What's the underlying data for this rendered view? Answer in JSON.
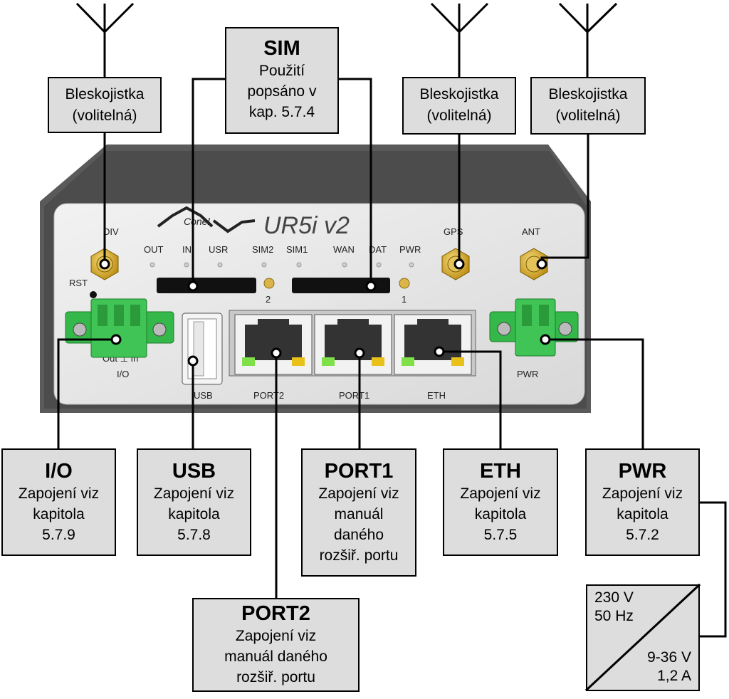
{
  "device": {
    "brand": "Conel",
    "model": "UR5i  v2",
    "panel_labels": {
      "div": "DIV",
      "gps": "GPS",
      "ant": "ANT",
      "rst": "RST",
      "out": "OUT",
      "in": "IN",
      "usr": "USR",
      "sim2": "SIM2",
      "sim1": "SIM1",
      "wan": "WAN",
      "dat": "DAT",
      "pwr_led": "PWR",
      "slot2": "2",
      "slot1": "1",
      "io": "I/O",
      "io_terminal": "Out ⊥ In",
      "usb": "USB",
      "port2": "PORT2",
      "port1": "PORT1",
      "eth": "ETH",
      "pwr": "PWR"
    }
  },
  "callouts": {
    "arrester_div": {
      "text": "Bleskojistka\n(volitelná)"
    },
    "sim": {
      "title": "SIM",
      "text": "Použití\npopsáno v\nkap. 5.7.4"
    },
    "arrester_gps": {
      "text": "Bleskojistka\n(volitelná)"
    },
    "arrester_ant": {
      "text": "Bleskojistka\n(volitelná)"
    },
    "io": {
      "title": "I/O",
      "text": "Zapojení viz\nkapitola\n5.7.9"
    },
    "usb": {
      "title": "USB",
      "text": "Zapojení viz\nkapitola\n5.7.8"
    },
    "port1": {
      "title": "PORT1",
      "text": "Zapojení viz\nmanuál\ndaného\nrozšiř. portu"
    },
    "eth": {
      "title": "ETH",
      "text": "Zapojení viz\nkapitola\n5.7.5"
    },
    "pwr": {
      "title": "PWR",
      "text": "Zapojení viz\nkapitola\n5.7.2"
    },
    "port2": {
      "title": "PORT2",
      "text": "Zapojení viz\nmanuál daného\nrozšiř. portu"
    }
  },
  "power_supply": {
    "input": "230 V\n50 Hz",
    "output": "9-36 V\n1,2 A"
  },
  "colors": {
    "box_fill": "#dddddd",
    "chassis": "#5a5a5a",
    "panel": "#e6e6e6",
    "terminal_green": "#35b84a",
    "sma_gold": "#d4a017",
    "led_green": "#7fe04a",
    "led_yellow": "#e8c21a"
  }
}
